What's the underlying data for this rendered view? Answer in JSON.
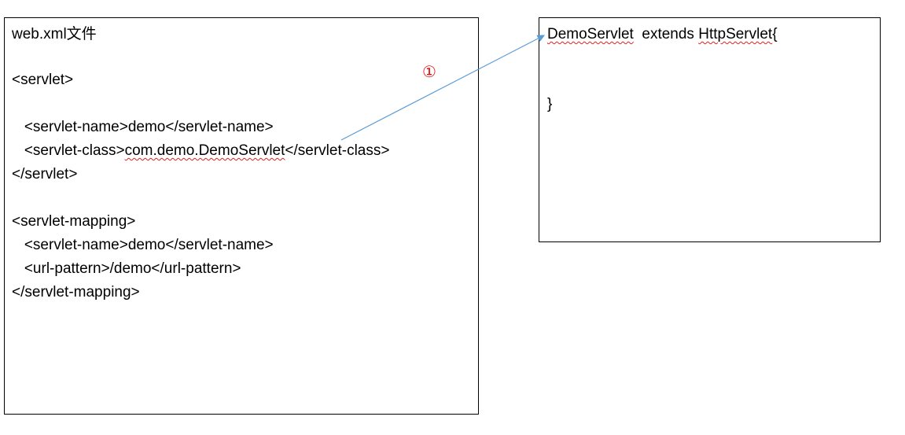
{
  "left_box": {
    "title": "web.xml文件",
    "lines": [
      "<servlet>",
      "   <servlet-name>demo</servlet-name>",
      "   <servlet-class>",
      "com.demo.DemoServlet",
      "</servlet-class>",
      "</servlet>",
      "<servlet-mapping>",
      "   <servlet-name>demo</servlet-name>",
      "   <url-pattern>/demo</url-pattern>",
      "</servlet-mapping>"
    ]
  },
  "right_box": {
    "class_name": "DemoServlet",
    "extends_kw": "  extends ",
    "parent": "HttpServlet",
    "open_brace": "{",
    "close_brace": "}"
  },
  "arrow": {
    "label": "①",
    "color": "#5b9bd5",
    "label_color": "#e01010"
  }
}
